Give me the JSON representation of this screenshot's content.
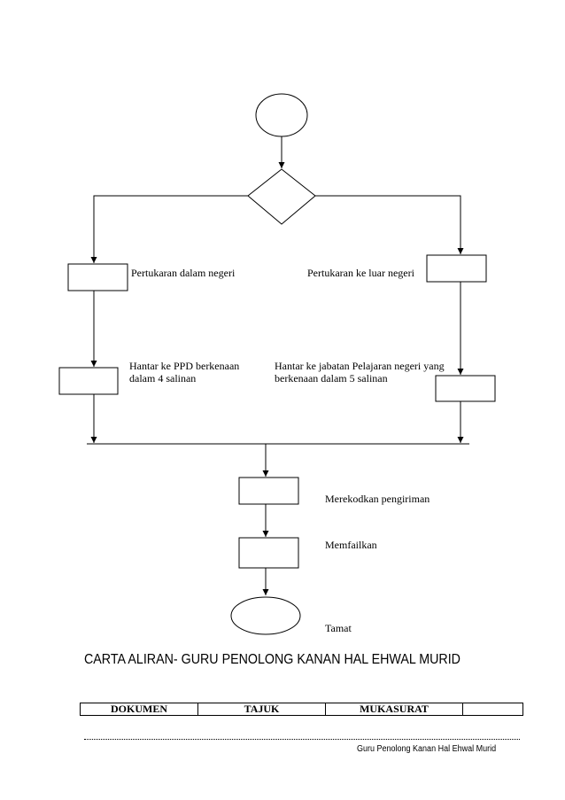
{
  "flowchart": {
    "labels": {
      "within_state": "Pertukaran dalam negeri",
      "outside_state": "Pertukaran ke luar negeri",
      "send_ppd_line1": "Hantar ke PPD berkenaan",
      "send_ppd_line2": "dalam 4 salinan",
      "send_dept_line1": "Hantar ke jabatan Pelajaran negeri yang",
      "send_dept_line2": "berkenaan dalam 5 salinan",
      "record": "Merekodkan pengiriman",
      "file": "Memfailkan",
      "end": "Tamat"
    }
  },
  "caption": "CARTA ALIRAN- GURU PENOLONG KANAN HAL EHWAL MURID",
  "doc_table": {
    "cells": [
      "DOKUMEN",
      "TAJUK",
      "MUKASURAT",
      ""
    ]
  },
  "footer": "Guru Penolong Kanan Hal Ehwal Murid"
}
